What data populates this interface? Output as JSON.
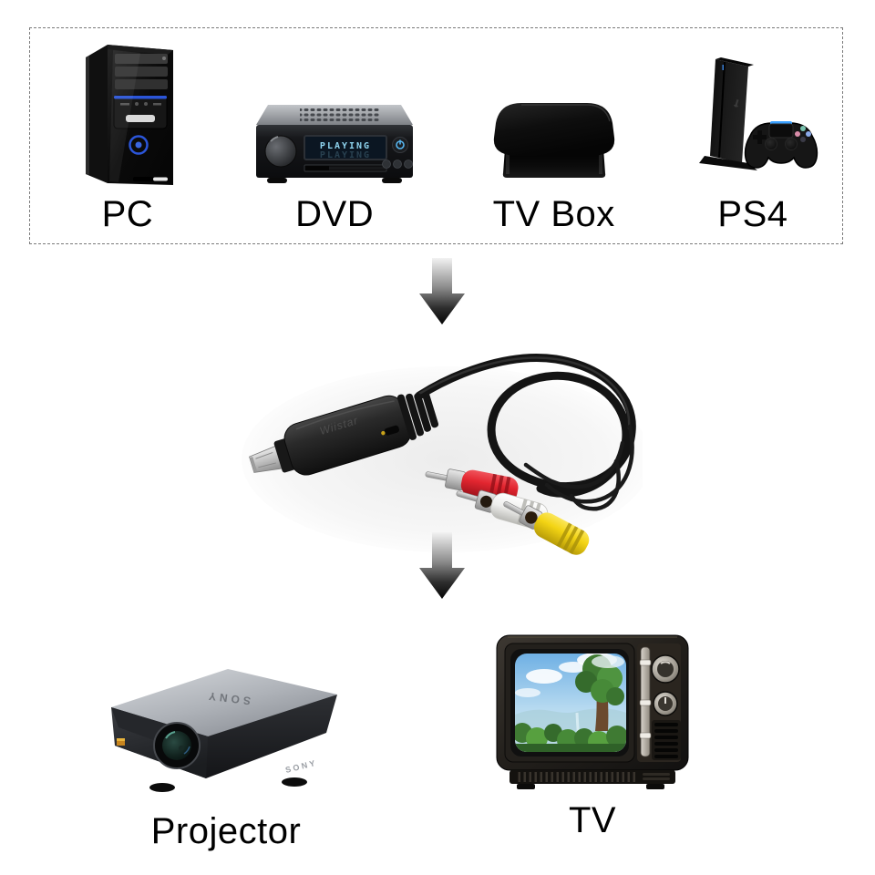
{
  "page": {
    "background": "#ffffff",
    "description": "HDMI to AV converter connection diagram"
  },
  "input_devices": {
    "box_border_color": "#7a7a7a",
    "items": [
      {
        "id": "pc",
        "label": "PC",
        "icon": "pc-tower-icon"
      },
      {
        "id": "dvd",
        "label": "DVD",
        "icon": "dvd-player-icon",
        "display_text": "PLAYING",
        "display_text_color": "#8fd4ef"
      },
      {
        "id": "tv-box",
        "label": "TV Box",
        "icon": "tv-box-icon"
      },
      {
        "id": "ps4",
        "label": "PS4",
        "icon": "ps4-console-icon"
      }
    ]
  },
  "flow": {
    "arrow_icon": "down-arrow-icon",
    "arrow_gradient_top": "#f2f2f2",
    "arrow_gradient_bottom": "#050505"
  },
  "converter": {
    "name": "HDMI to AV converter cable",
    "icon": "hdmi-to-av-converter-image",
    "brand_text": "Wiistar",
    "rca_plug_colors": {
      "audio_right_red": "#e32630",
      "audio_left_white": "#f3f3f1",
      "video_yellow": "#f3d414"
    }
  },
  "output_devices": {
    "items": [
      {
        "id": "projector",
        "label": "Projector",
        "icon": "projector-icon",
        "brand_text": "SONY"
      },
      {
        "id": "tv",
        "label": "TV",
        "icon": "crt-tv-icon"
      }
    ]
  }
}
